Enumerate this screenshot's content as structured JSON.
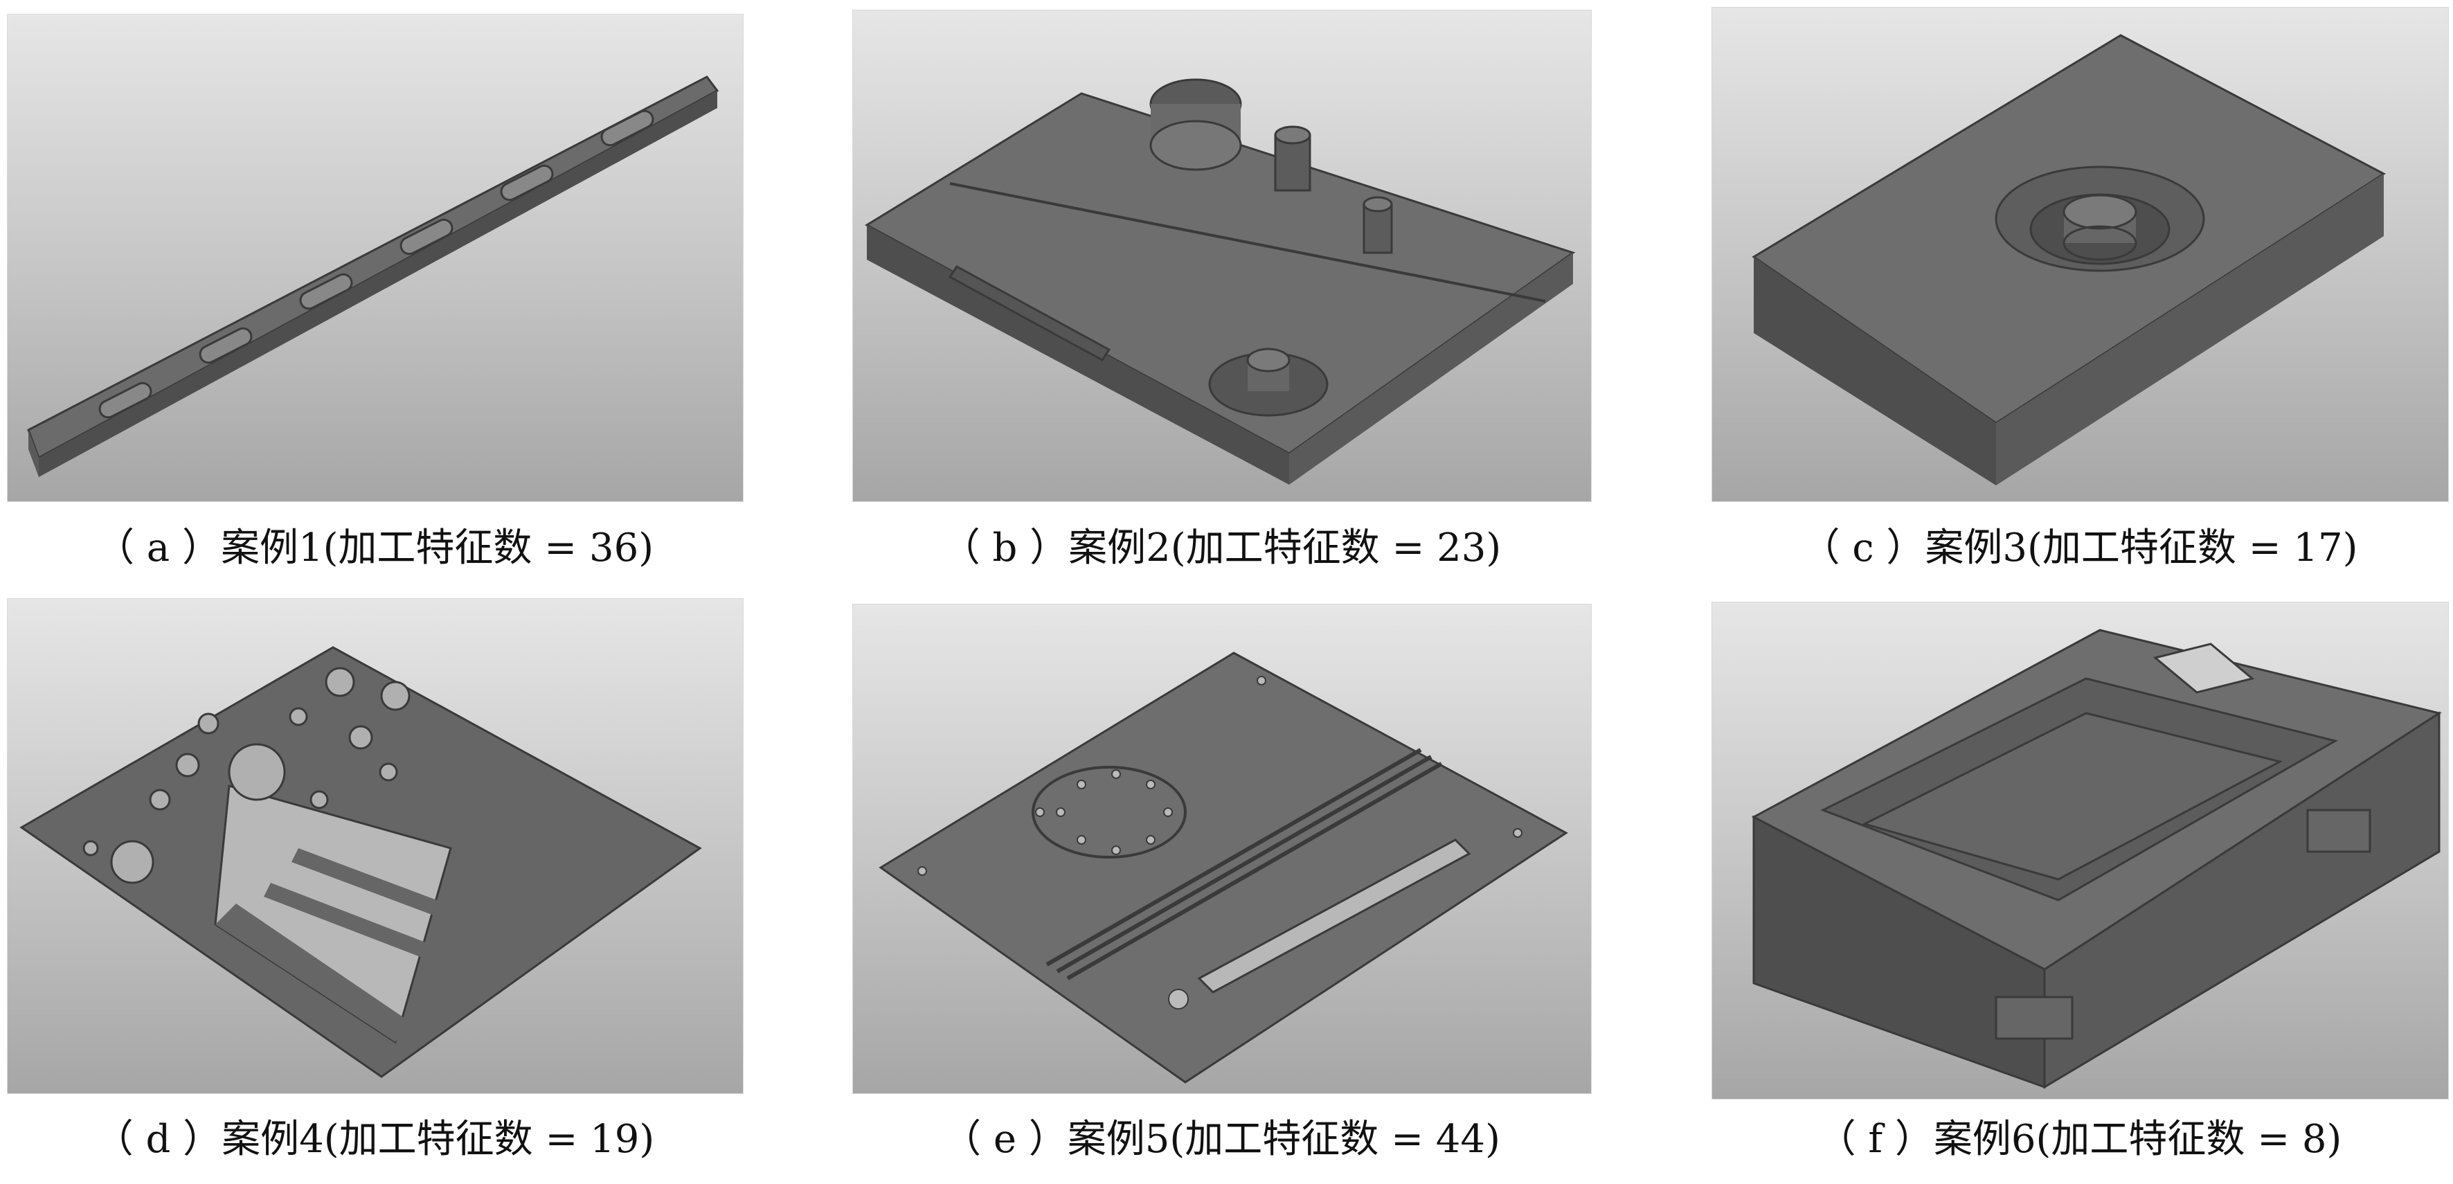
{
  "cases": [
    {
      "id": "a",
      "caption": "（ a ）案例1(加工特征数 = 36)"
    },
    {
      "id": "b",
      "caption": "（ b ）案例2(加工特征数 = 23)"
    },
    {
      "id": "c",
      "caption": "（ c ）案例3(加工特征数 = 17)"
    },
    {
      "id": "d",
      "caption": "（ d ）案例4(加工特征数 = 19)"
    },
    {
      "id": "e",
      "caption": "（ e ）案例5(加工特征数 = 44)"
    },
    {
      "id": "f",
      "caption": "（ f ）案例6(加工特征数 = 8)"
    }
  ],
  "colors": {
    "part_face": "#6e6e6e",
    "part_side": "#4e4e4e",
    "edge": "#3a3a3a",
    "background_top": "#e6e6e6",
    "background_bottom": "#a6a6a6"
  }
}
